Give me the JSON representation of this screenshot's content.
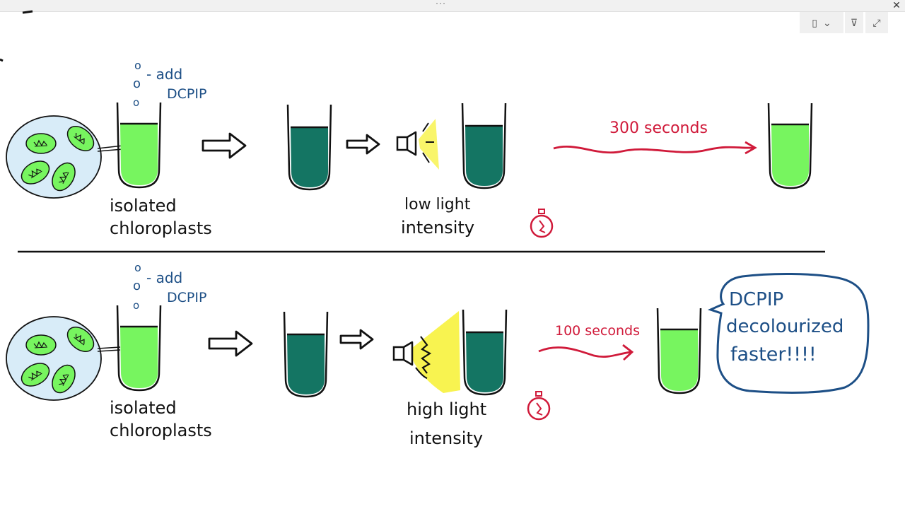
{
  "window": {
    "title_dots": "···",
    "close_glyph": "✕"
  },
  "toolbar": {
    "layout_glyph": "▯",
    "chevron_glyph": "⌄",
    "filter_glyph": "⊽",
    "expand_glyph": "⤢"
  },
  "colors": {
    "light_green": "#77f55f",
    "dark_green": "#147563",
    "red": "#d01a3a",
    "blue": "#1d4f86",
    "yellow": "#f8f350",
    "cell_fill": "#d8ecf8"
  },
  "row1": {
    "label_add": "- add",
    "label_dcpip": "DCPIP",
    "label_isolated": "isolated",
    "label_chloroplasts": "chloroplasts",
    "label_light_1": "low light",
    "label_light_2": "intensity",
    "time_label": "300 seconds"
  },
  "row2": {
    "label_add": "- add",
    "label_dcpip": "DCPIP",
    "label_isolated": "isolated",
    "label_chloroplasts": "chloroplasts",
    "label_light_1": "high light",
    "label_light_2": "intensity",
    "time_label": "100 seconds",
    "callout_line1": "DCPIP",
    "callout_line2": "decolourized",
    "callout_line3": "faster!!!!"
  },
  "drop_glyph": "o"
}
